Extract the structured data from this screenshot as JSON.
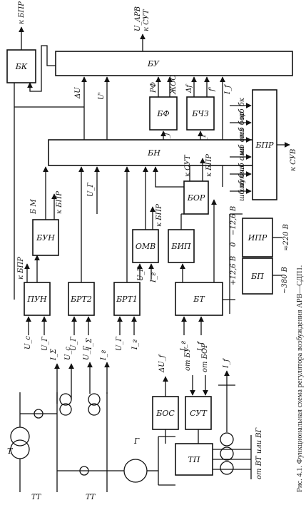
{
  "caption": "Рис. 4.1. Функциональная схема регулятора возбуждения АРВ—СДП1.",
  "blocks": {
    "bk": "БК",
    "bu": "БУ",
    "bf": "БФ",
    "bcz": "БЧЗ",
    "bn": "БН",
    "bor": "БОР",
    "bun": "БУН",
    "pun": "ПУН",
    "brt2": "БРТ2",
    "brt1": "БРТ1",
    "omv": "ОМВ",
    "bip": "БИП",
    "bt": "БТ",
    "bpr": "БПР",
    "ipr": "ИПР",
    "bp": "БП",
    "bos": "БОС",
    "sut": "СУТ",
    "tp": "ТП",
    "t": "Т",
    "g": "Г"
  },
  "labels": {
    "k_bpr": "к БПР",
    "k_sut": "к СУТ",
    "u_arv": "U_АРВ",
    "du": "ΔU",
    "u_prime": "U'",
    "rf": "РФ",
    "zhos": "ЖОС",
    "df": "Δf",
    "f_prime": "f'",
    "i_f": "I_f",
    "du_f": "ΔU_f",
    "u_g": "U_Г",
    "u_c": "U_c",
    "i_sigma": "I_Σ",
    "i_g": "I_г",
    "b_m": "Б М",
    "k_suv": "к СУВ",
    "ot_bu": "от БУ",
    "ot_bor": "от БОР",
    "ot_vt_ili_vg": "от ВТ или ВГ",
    "tt": "ТТ"
  },
  "bpr_inputs": [
    "шб бк",
    "шб бор",
    "шб вмз",
    "шб омв",
    "шб бчз",
    "шб пун"
  ],
  "supply": {
    "plus": "+12,6 В",
    "zero": "0",
    "minus": "−12,6 В",
    "v220": "≂220 В",
    "v380": "~380 В"
  }
}
